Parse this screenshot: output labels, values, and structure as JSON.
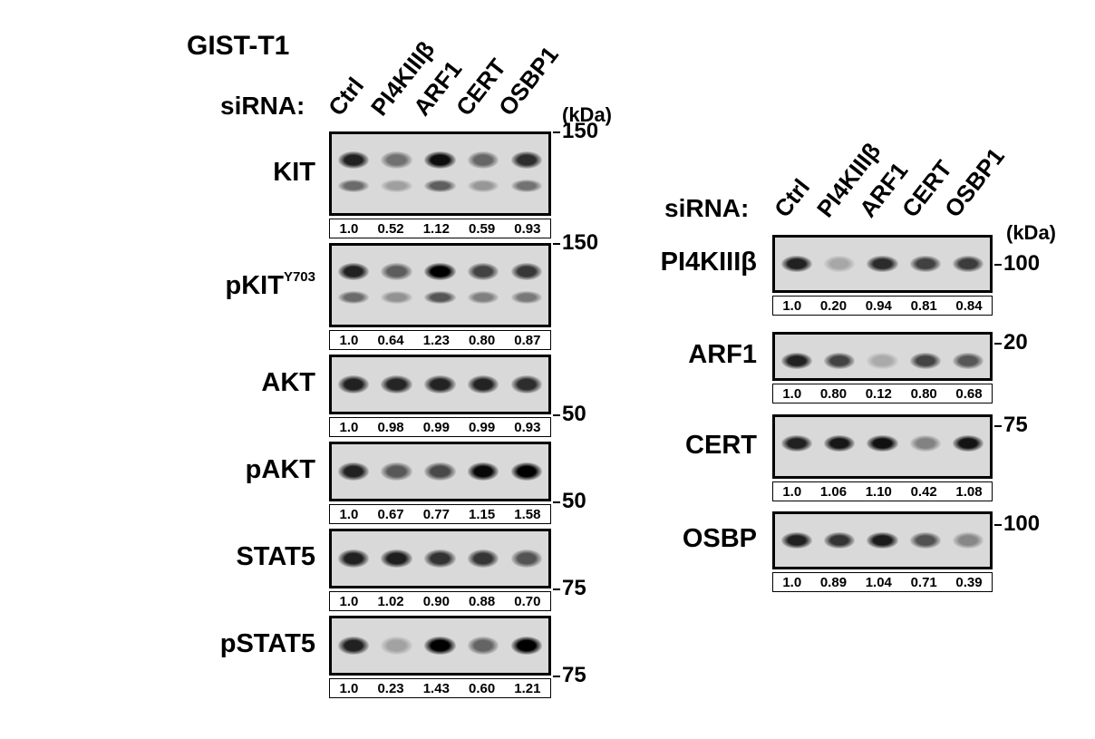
{
  "cell_line": "GIST-T1",
  "sirna_label": "siRNA:",
  "kda_label": "(kDa)",
  "lanes": [
    "Ctrl",
    "PI4KIIIβ",
    "ARF1",
    "CERT",
    "OSBP1"
  ],
  "left_panel": [
    {
      "label": "KIT",
      "superscript": "",
      "marker": "150",
      "quant": [
        "1.0",
        "0.52",
        "1.12",
        "0.59",
        "0.93"
      ],
      "double_band": true
    },
    {
      "label": "pKIT",
      "superscript": "Y703",
      "marker": "150",
      "quant": [
        "1.0",
        "0.64",
        "1.23",
        "0.80",
        "0.87"
      ],
      "double_band": true
    },
    {
      "label": "AKT",
      "superscript": "",
      "marker": "50",
      "quant": [
        "1.0",
        "0.98",
        "0.99",
        "0.99",
        "0.93"
      ],
      "double_band": false
    },
    {
      "label": "pAKT",
      "superscript": "",
      "marker": "50",
      "quant": [
        "1.0",
        "0.67",
        "0.77",
        "1.15",
        "1.58"
      ],
      "double_band": false
    },
    {
      "label": "STAT5",
      "superscript": "",
      "marker": "75",
      "quant": [
        "1.0",
        "1.02",
        "0.90",
        "0.88",
        "0.70"
      ],
      "double_band": false
    },
    {
      "label": "pSTAT5",
      "superscript": "",
      "marker": "75",
      "quant": [
        "1.0",
        "0.23",
        "1.43",
        "0.60",
        "1.21"
      ],
      "double_band": false
    }
  ],
  "right_panel": [
    {
      "label": "PI4KIIIβ",
      "marker": "100",
      "quant": [
        "1.0",
        "0.20",
        "0.94",
        "0.81",
        "0.84"
      ]
    },
    {
      "label": "ARF1",
      "marker": "20",
      "quant": [
        "1.0",
        "0.80",
        "0.12",
        "0.80",
        "0.68"
      ]
    },
    {
      "label": "CERT",
      "marker": "75",
      "quant": [
        "1.0",
        "1.06",
        "1.10",
        "0.42",
        "1.08"
      ]
    },
    {
      "label": "OSBP",
      "marker": "100",
      "quant": [
        "1.0",
        "0.89",
        "1.04",
        "0.71",
        "0.39"
      ]
    }
  ]
}
